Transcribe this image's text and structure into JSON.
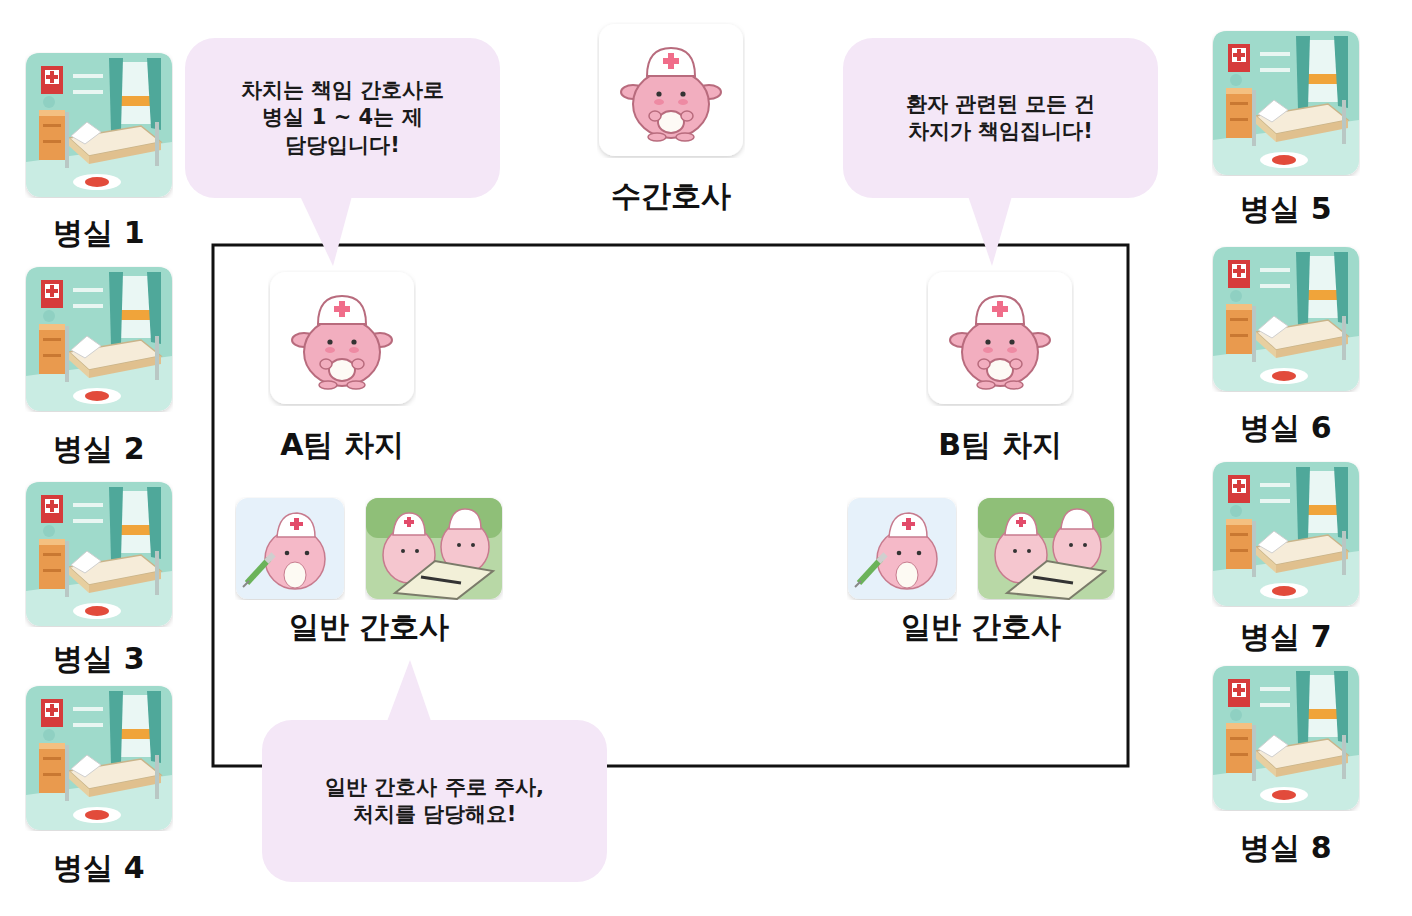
{
  "diagram": {
    "nodes": [
      {
        "text": [
          "차치는 책임 간호사로 병실 1 ~ 4는 제 담당입니다!"
        ]
      },
      {
        "text": [
          "수간호사"
        ]
      },
      {
        "text": [
          "환자 관련된 모든 건 차지가 책임집니다!"
        ]
      },
      {
        "text": [
          "병실 1"
        ]
      },
      {
        "text": [
          "병실 5"
        ]
      },
      {
        "text": [
          "A팀 차지"
        ]
      },
      {
        "text": [
          "B팀 차지"
        ]
      },
      {
        "text": [
          "병실 2"
        ]
      },
      {
        "text": [
          "병실 6"
        ]
      },
      {
        "text": [
          "일반 간호사"
        ]
      },
      {
        "text": [
          "일반 간호사"
        ]
      },
      {
        "text": [
          "병실 3"
        ]
      },
      {
        "text": [
          "병실 7"
        ]
      },
      {
        "text": [
          "일반 간호사 주로 주사,처치를 담당해요!"
        ]
      },
      {
        "text": [
          "병실 4"
        ]
      },
      {
        "text": [
          "병실 8"
        ]
      }
    ]
  }
}
